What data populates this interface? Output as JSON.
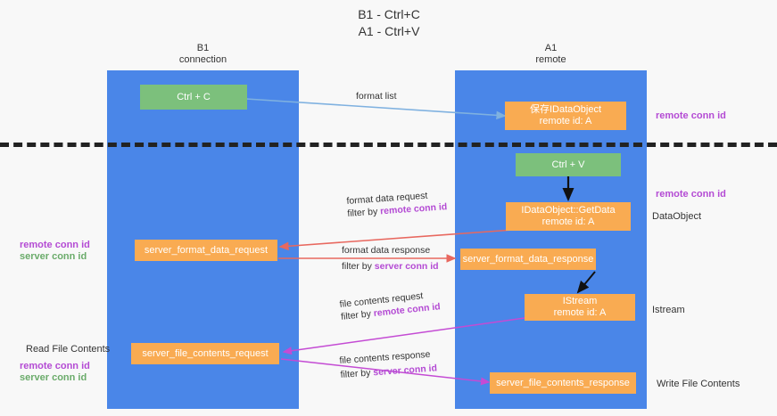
{
  "title": "B1 - Ctrl+C\nA1 - Ctrl+V",
  "colors": {
    "lane": "#4a86e8",
    "green_node": "#7cc07c",
    "orange_node": "#f9ab52",
    "remote_conn_id": "#b44bd4",
    "server_conn_id": "#6aab6a",
    "blue_arrow": "#7fb1e0",
    "red_arrow": "#e8685f",
    "magenta_arrow": "#c44bd4",
    "black_arrow": "#111111",
    "divider": "#222222",
    "background": "#f8f8f8"
  },
  "lanes": [
    {
      "title": "B1\nconnection"
    },
    {
      "title": "A1\nremote"
    }
  ],
  "nodes": {
    "ctrl_c": "Ctrl + C",
    "ctrl_v": "Ctrl + V",
    "idataobject": {
      "line1": "保存IDataObject",
      "line2": "remote id: A"
    },
    "getdata": {
      "line1": "IDataObject::GetData",
      "line2": "remote id: A"
    },
    "istream": {
      "line1": "IStream",
      "line2": "remote id: A"
    },
    "server_format_data_request": "server_format_data_request",
    "server_format_data_response": "server_format_data_response",
    "server_file_contents_request": "server_file_contents_request",
    "server_file_contents_response": "server_file_contents_response"
  },
  "edges": {
    "format_list": "format list",
    "format_data_request": {
      "line1": "format data request",
      "prefix": "filter by ",
      "key": "remote conn id"
    },
    "format_data_response": {
      "line1": "format data response",
      "prefix": "filter by ",
      "key": "server conn id"
    },
    "file_contents_request": {
      "line1": "file contents request",
      "prefix": "filter by ",
      "key": "remote conn id"
    },
    "file_contents_response": {
      "line1": "file contents response",
      "prefix": "filter by ",
      "key": "server conn id"
    }
  },
  "side_labels": {
    "right_remote_conn_top": "remote conn id",
    "right_remote_conn_mid": "remote conn id",
    "right_dataobject": "DataObject",
    "right_istream": "Istream",
    "right_write_file_contents": "Write File Contents",
    "left_remote_conn_id": "remote conn id",
    "left_server_conn_id": "server conn id",
    "left_read_file_contents": "Read File Contents",
    "left_bottom_remote_conn_id": "remote conn id",
    "left_bottom_server_conn_id": "server conn id"
  }
}
